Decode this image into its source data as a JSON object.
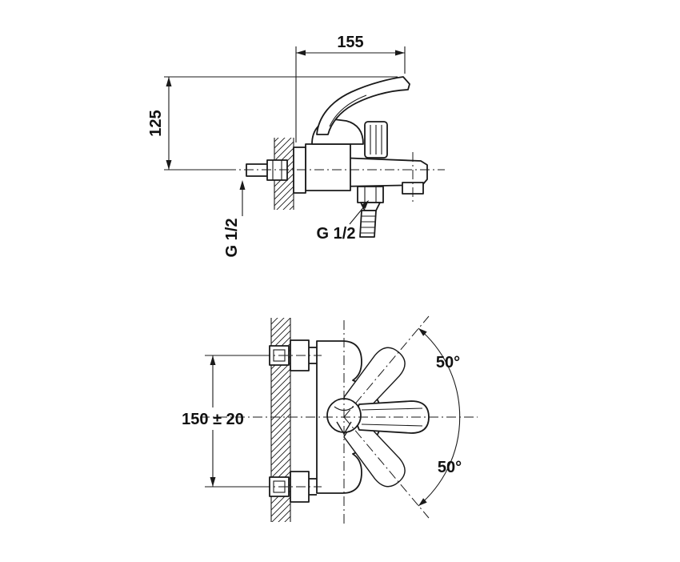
{
  "drawing": {
    "background": "#ffffff",
    "line_color": "#1a1a1a",
    "side_view": {
      "dim_width_label": "155",
      "dim_height_label": "125",
      "inlet_thread_label": "G 1/2",
      "hose_thread_label": "G 1/2"
    },
    "plan_view": {
      "dim_centers_label": "150 ± 20",
      "angle_upper_label": "50°",
      "angle_lower_label": "50°"
    }
  }
}
